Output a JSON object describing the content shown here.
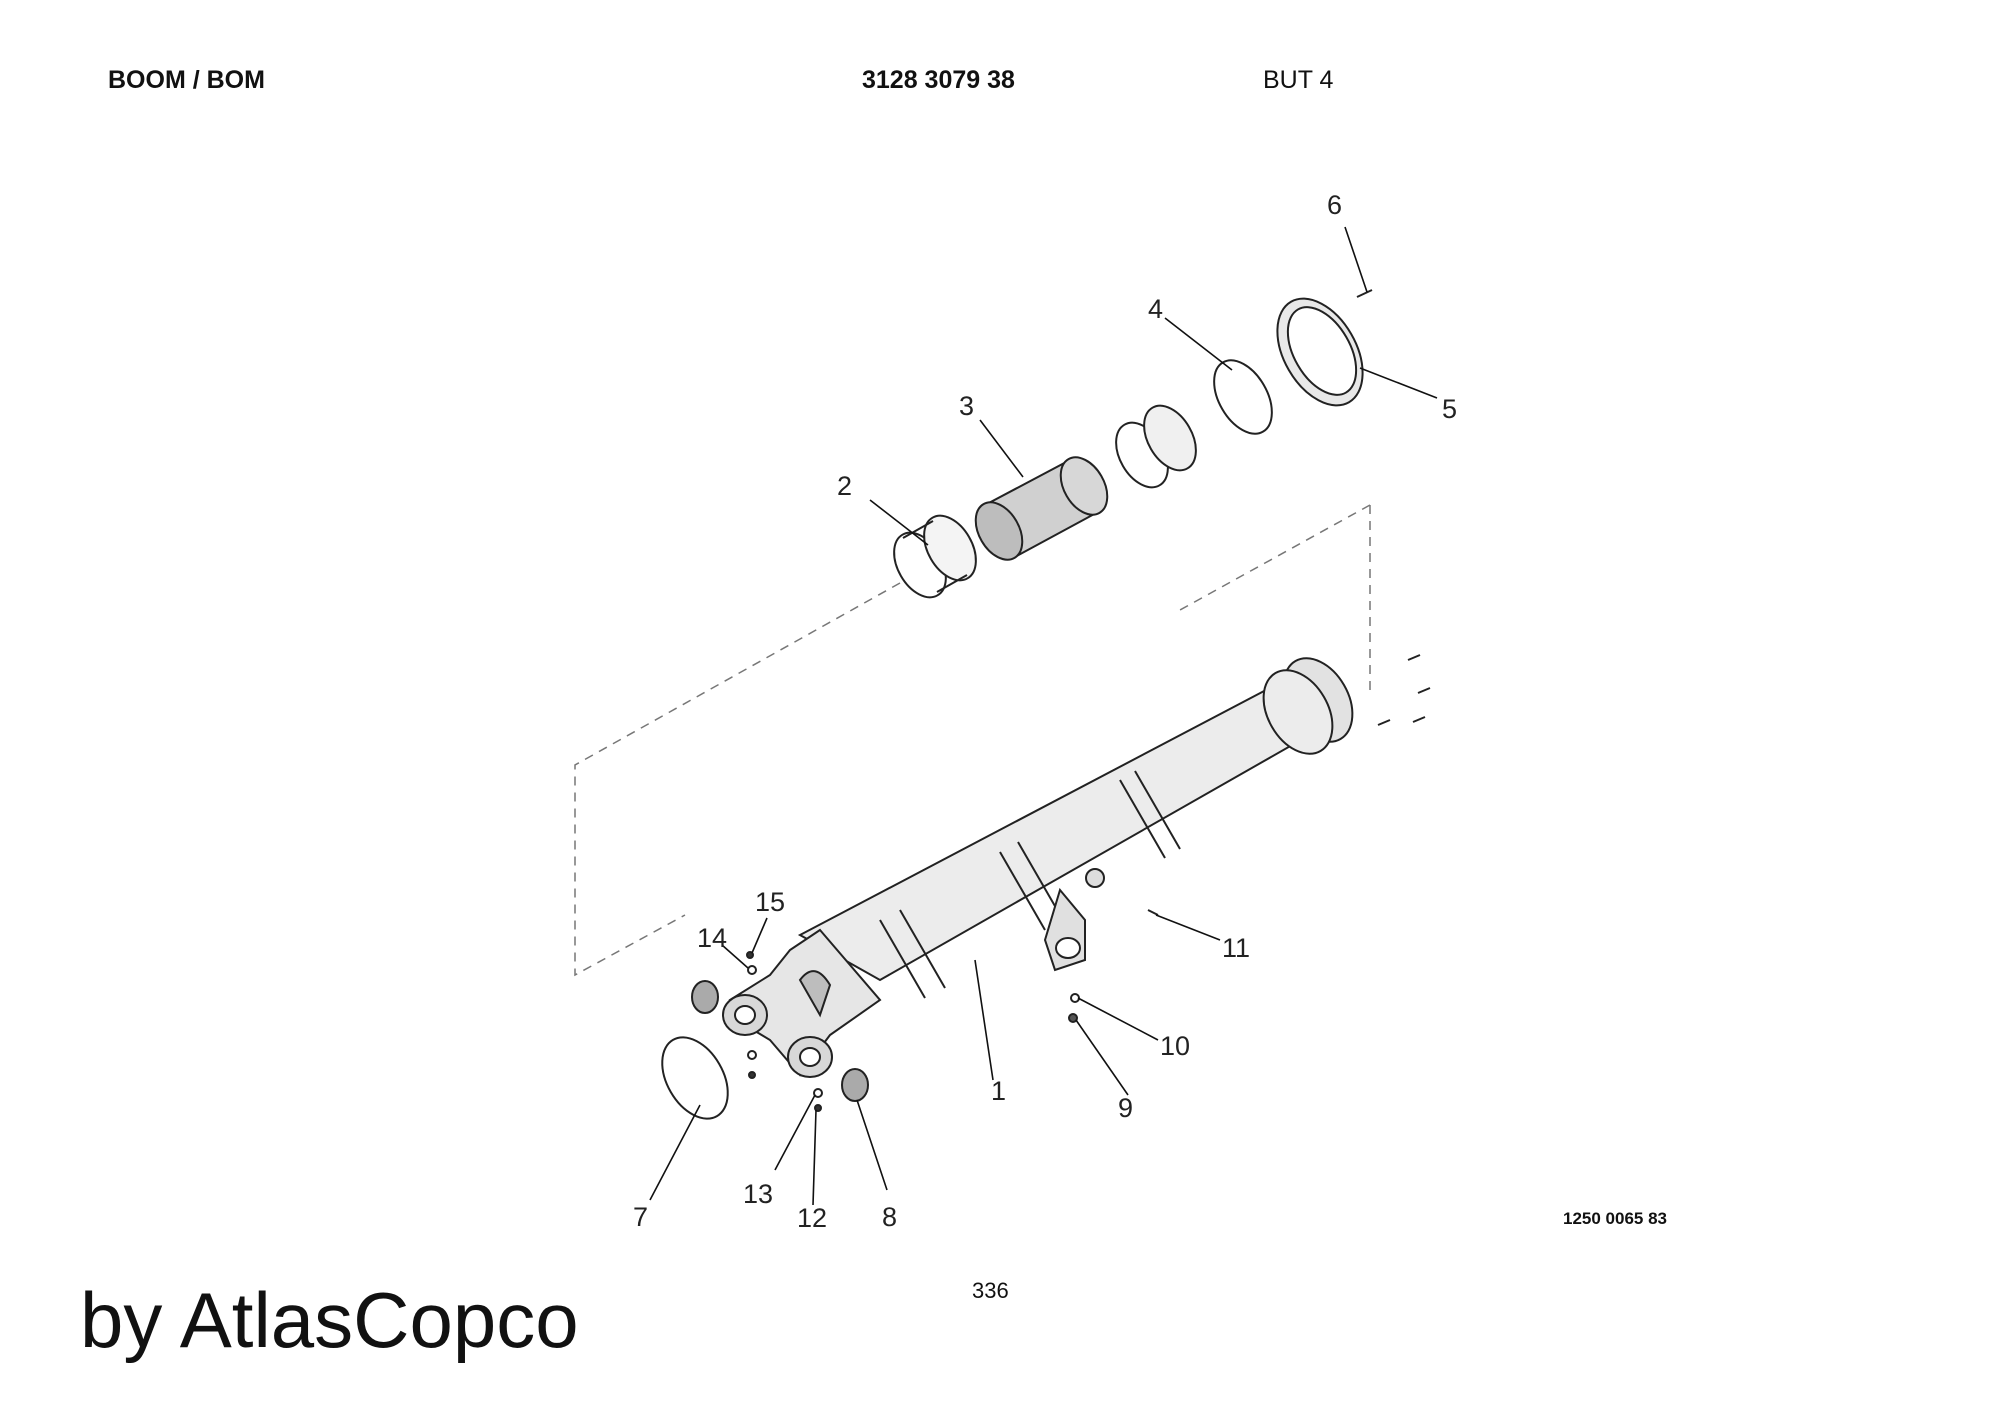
{
  "header": {
    "title": "BOOM / BOM",
    "part_number": "3128 3079 38",
    "revision": "BUT 4"
  },
  "drawing_number": "1250 0065 83",
  "page_number": "336",
  "brand": "by AtlasCopco",
  "callouts": {
    "c1": "1",
    "c2": "2",
    "c3": "3",
    "c4": "4",
    "c5": "5",
    "c6": "6",
    "c7": "7",
    "c8": "8",
    "c9": "9",
    "c10": "10",
    "c11": "11",
    "c12": "12",
    "c13": "13",
    "c14": "14",
    "c15": "15"
  }
}
